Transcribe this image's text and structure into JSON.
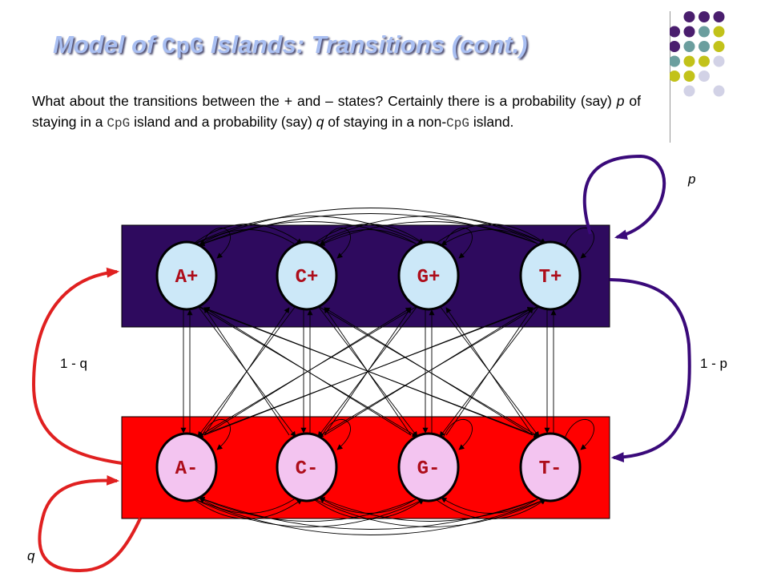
{
  "slide": {
    "title_a": "Model of ",
    "title_mono": "CpG",
    "title_b": " Islands:  Transitions (cont.)",
    "desc": {
      "t1": "What about the transitions between the + and – states?  Certainly there is a probability (say) ",
      "v1": "p",
      "t2": " of staying in a ",
      "m1": "CpG",
      "t3": " island and a probability (say) ",
      "v2": "q",
      "t4": " of staying in a non-",
      "m2": "CpG",
      "t5": " island."
    }
  },
  "diagram": {
    "plus_states": [
      "A+",
      "C+",
      "G+",
      "T+"
    ],
    "minus_states": [
      "A-",
      "C-",
      "G-",
      "T-"
    ],
    "labels": {
      "p": "p",
      "q": "q",
      "one_minus_p": "1 - p",
      "one_minus_q": "1 - q"
    },
    "colors": {
      "plus_box": "#2e0a5e",
      "minus_box": "#ff0000",
      "plus_node": "#cce8f8",
      "minus_node": "#f3c4f0",
      "node_text": "#ad0d1a",
      "p_arrow": "#3a0a7a",
      "q_arrow": "#e02020",
      "title": "#a9bff2"
    }
  }
}
